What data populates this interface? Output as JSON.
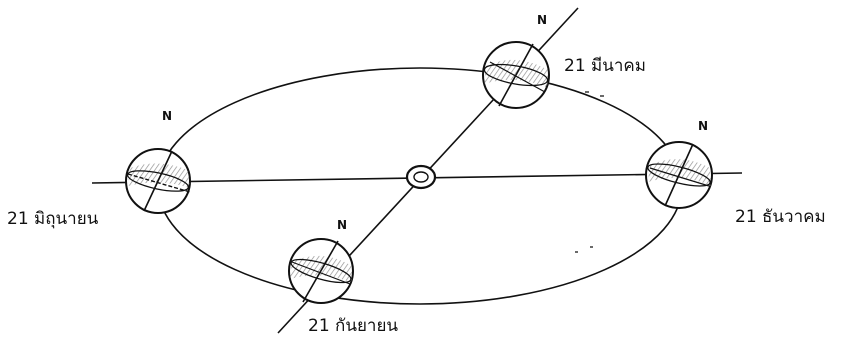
{
  "positions": {
    "march": {
      "date_label": "21 มีนาคม",
      "north_label": "N"
    },
    "june": {
      "date_label": "21 มิถุนายน",
      "north_label": "N"
    },
    "september": {
      "date_label": "21 กันยายน",
      "north_label": "N"
    },
    "december": {
      "date_label": "21 ธันวาคม",
      "north_label": "N"
    }
  },
  "colors": {
    "line": "#111111",
    "shade": "#777777"
  }
}
